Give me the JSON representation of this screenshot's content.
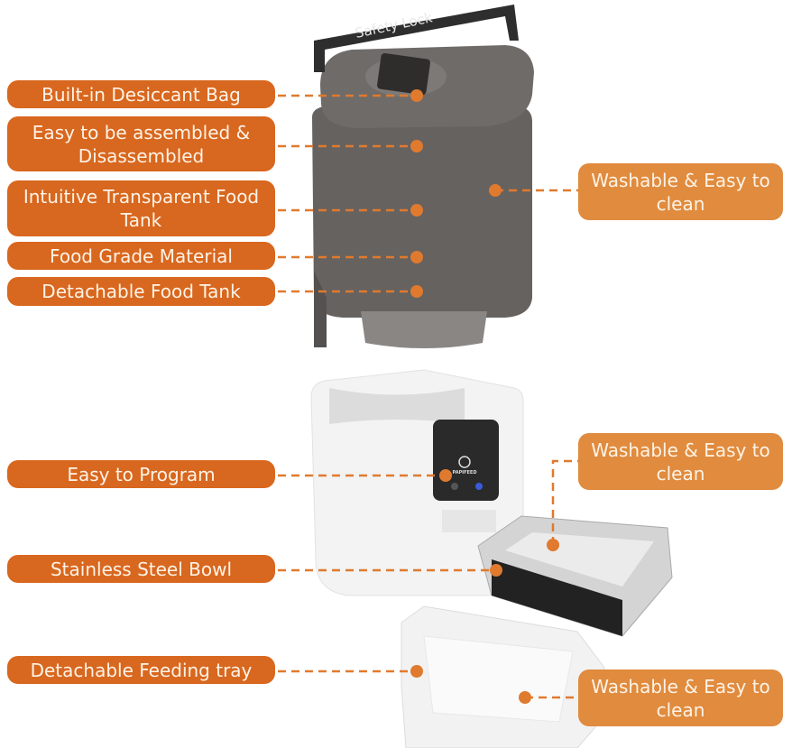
{
  "product_text": {
    "safety_lock": "Safety Lock",
    "brand": "PAPIFEED"
  },
  "left_labels": [
    "Built-in Desiccant Bag",
    "Easy to be assembled & Disassembled",
    "Intuitive Transparent Food Tank",
    "Food Grade Material",
    "Detachable Food Tank",
    "Easy to Program",
    "Stainless Steel Bowl",
    "Detachable Feeding tray"
  ],
  "right_labels": [
    "Washable & Easy to clean",
    "Washable & Easy to clean",
    "Washable & Easy to clean"
  ],
  "colors": {
    "left_label": "#d8671f",
    "right_label": "#e08b3e",
    "tank": "#5f5b58",
    "base": "#f4f4f4"
  }
}
